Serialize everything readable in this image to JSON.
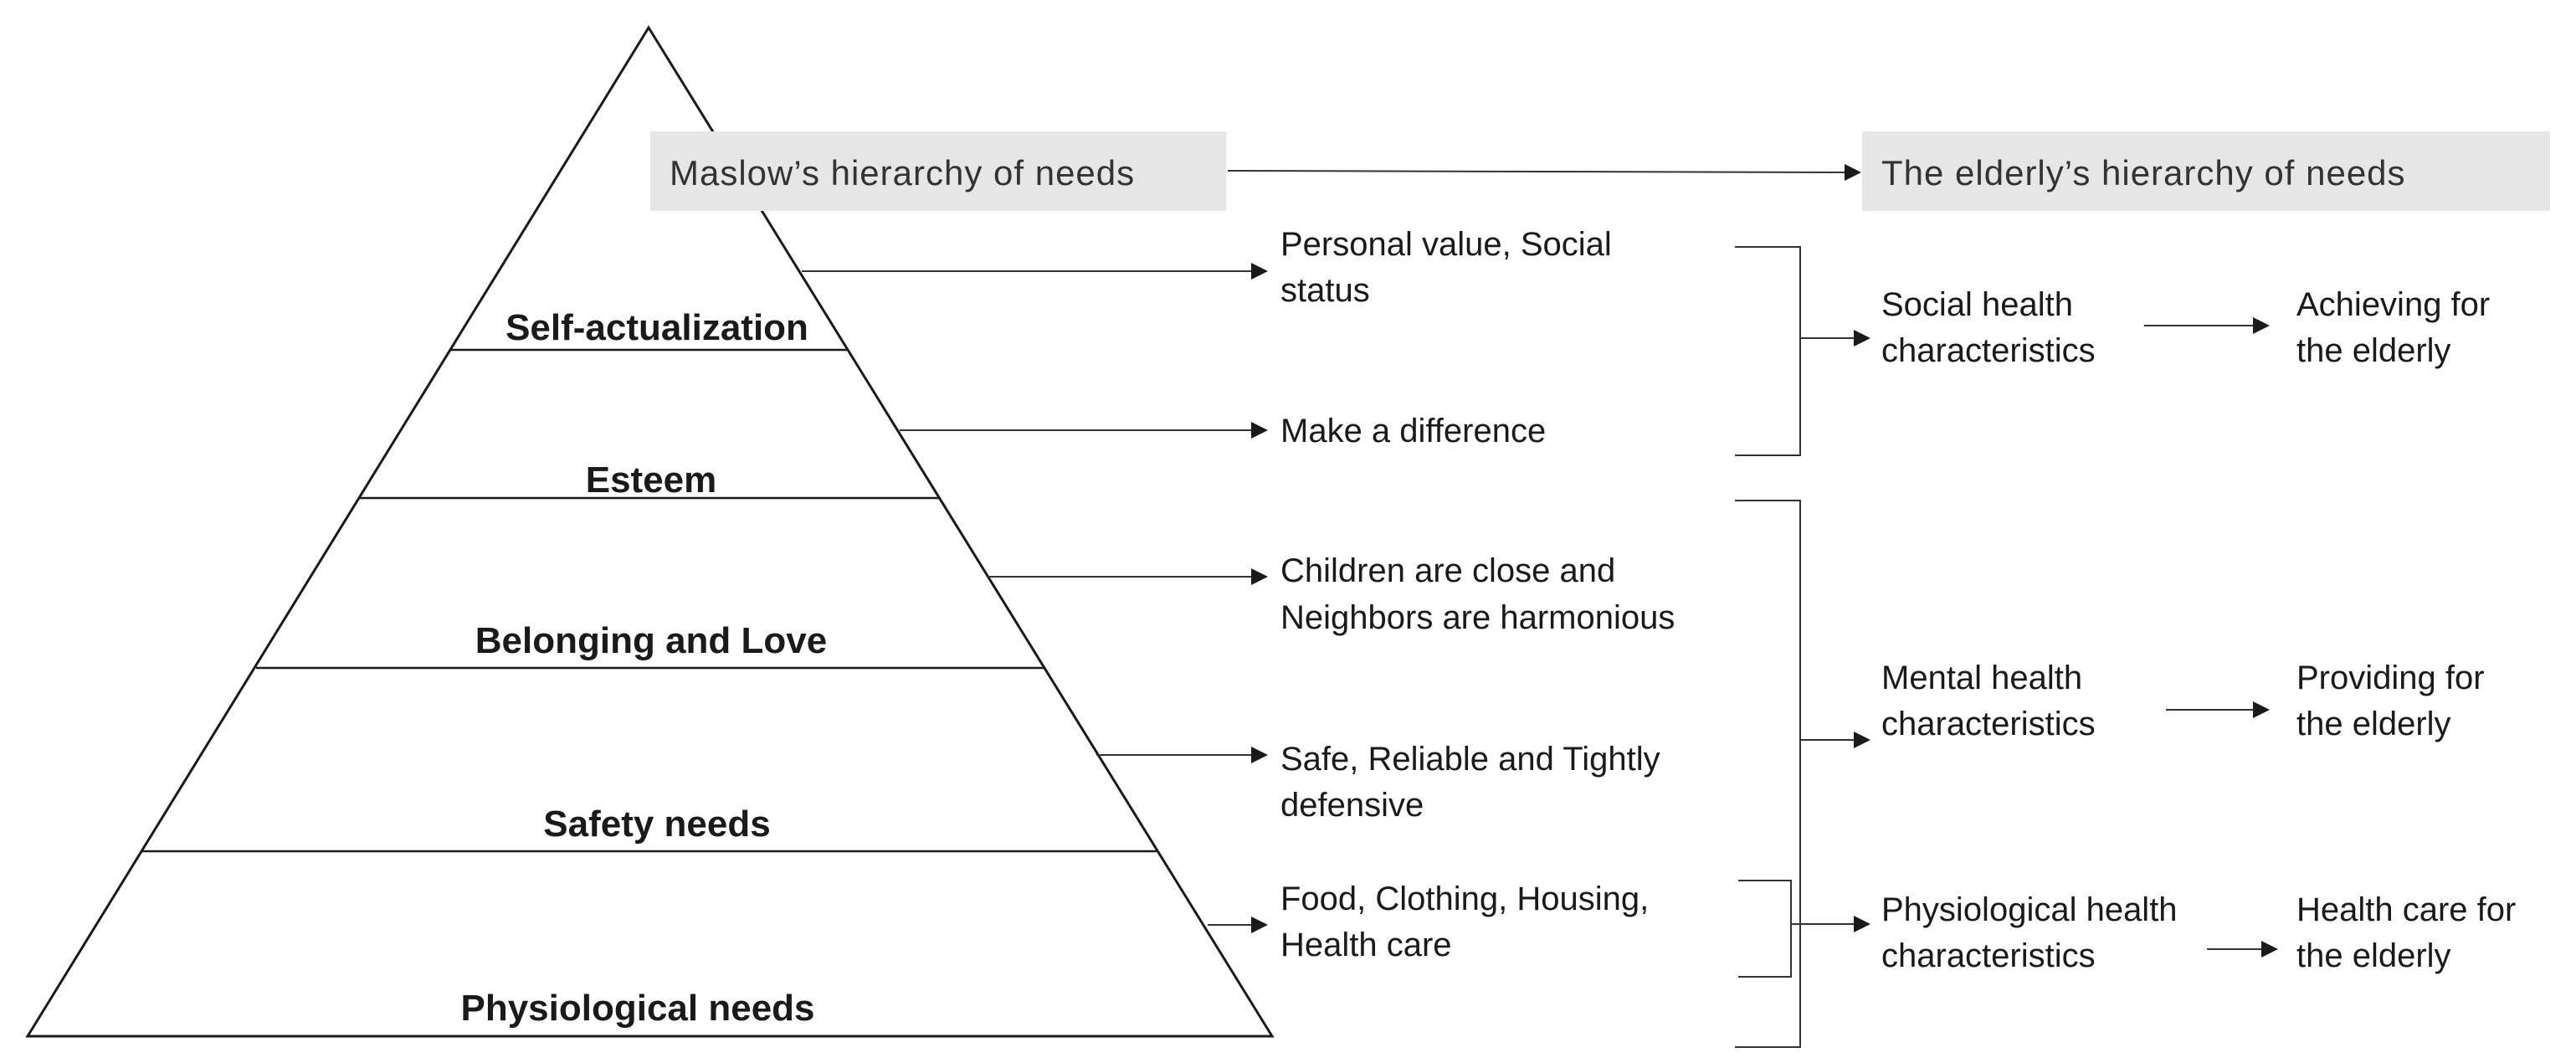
{
  "header": {
    "left": "Maslow’s hierarchy of needs",
    "right": "The elderly’s hierarchy of needs"
  },
  "pyramid_levels": [
    "Self-actualization",
    "Esteem",
    "Belonging and Love",
    "Safety needs",
    "Physiological needs"
  ],
  "needs": [
    [
      "Personal value, Social",
      "status"
    ],
    [
      "Make a difference"
    ],
    [
      "Children are close and",
      "Neighbors are harmonious"
    ],
    [
      "Safe, Reliable and Tightly",
      "defensive"
    ],
    [
      "Food, Clothing, Housing,",
      "Health care"
    ]
  ],
  "characteristics": [
    [
      "Social health",
      "characteristics"
    ],
    [
      "Mental health",
      "characteristics"
    ],
    [
      "Physiological health",
      "characteristics"
    ]
  ],
  "outcomes": [
    [
      "Achieving for",
      "the elderly"
    ],
    [
      "Providing for",
      "the elderly"
    ],
    [
      "Health care for",
      "the elderly"
    ]
  ]
}
